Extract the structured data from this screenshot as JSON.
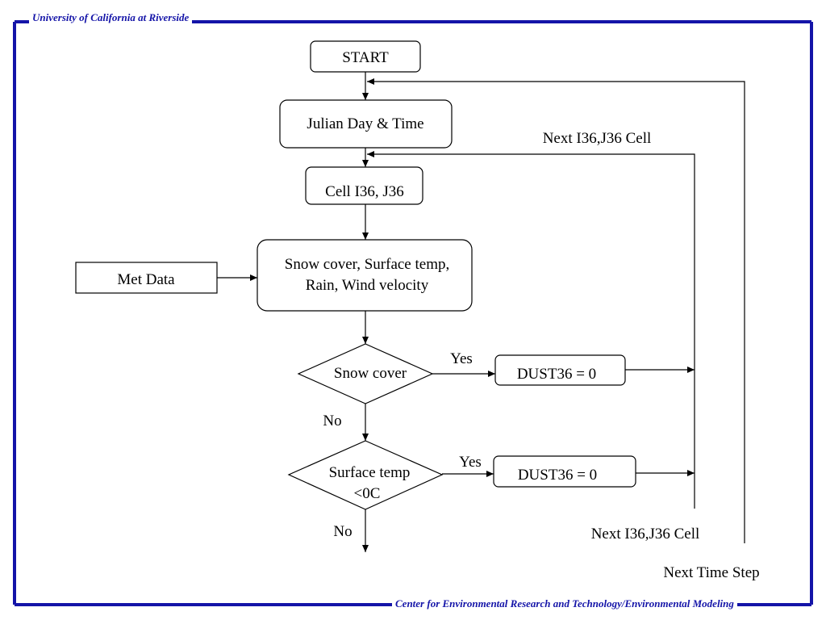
{
  "header": {
    "institution": "University of California at Riverside"
  },
  "footer": {
    "center": "Center for Environmental Research and Technology/Environmental Modeling"
  },
  "flowchart": {
    "start": "START",
    "julian": "Julian Day & Time",
    "cell": "Cell I36, J36",
    "met_data": "Met Data",
    "process_line1": "Snow cover, Surface temp,",
    "process_line2": "Rain, Wind velocity",
    "decision1": "Snow cover",
    "decision2_line1": "Surface temp",
    "decision2_line2": "<0C",
    "yes1": "Yes",
    "yes2": "Yes",
    "no1": "No",
    "no2": "No",
    "dust1": "DUST36 = 0",
    "dust2": "DUST36 = 0",
    "next_cell_top": "Next  I36,J36 Cell",
    "next_cell_bottom": "Next I36,J36 Cell",
    "next_time_step": "Next Time Step"
  },
  "colors": {
    "frame": "#1414a8",
    "lines": "#000000"
  }
}
